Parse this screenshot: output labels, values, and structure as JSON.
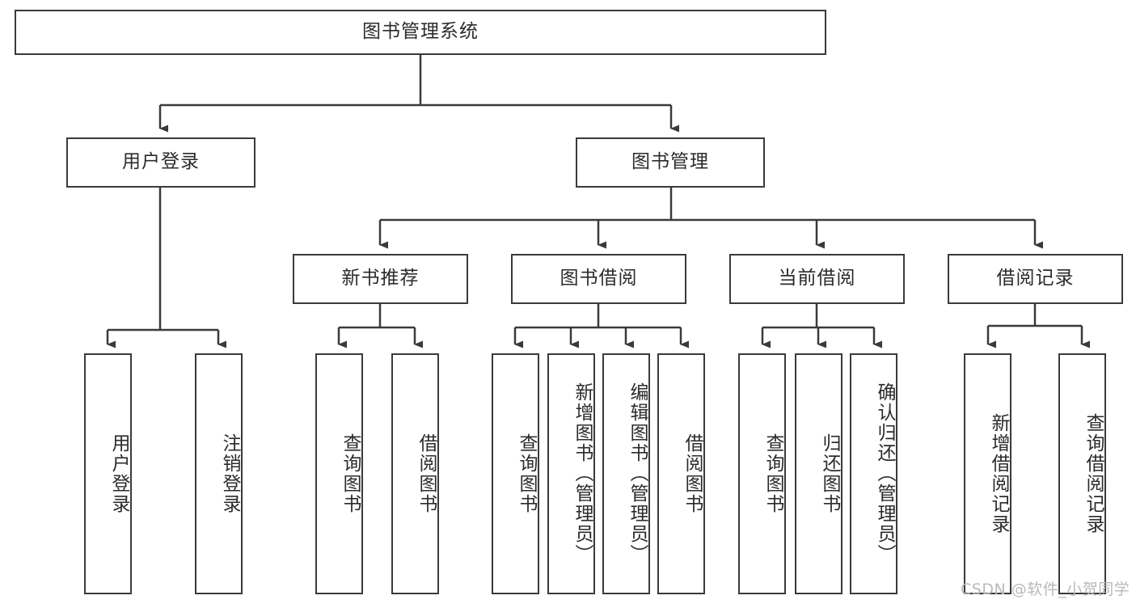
{
  "diagram": {
    "title": "图书管理系统",
    "type": "tree-hierarchy",
    "root": {
      "id": "root",
      "label": "图书管理系统"
    },
    "level2": [
      {
        "id": "user-login",
        "label": "用户登录"
      },
      {
        "id": "book-management",
        "label": "图书管理"
      }
    ],
    "level3": [
      {
        "id": "new-book-recommend",
        "label": "新书推荐",
        "parent": "book-management"
      },
      {
        "id": "book-borrow",
        "label": "图书借阅",
        "parent": "book-management"
      },
      {
        "id": "current-borrow",
        "label": "当前借阅",
        "parent": "book-management"
      },
      {
        "id": "borrow-record",
        "label": "借阅记录",
        "parent": "book-management"
      }
    ],
    "leaves": {
      "user_login": [
        {
          "id": "leaf-user-login",
          "label": "用户登录"
        },
        {
          "id": "leaf-user-logout",
          "label": "注销登录"
        }
      ],
      "new_book_recommend": [
        {
          "id": "leaf-query-book-1",
          "label": "查询图书"
        },
        {
          "id": "leaf-borrow-book-1",
          "label": "借阅图书"
        }
      ],
      "book_borrow": [
        {
          "id": "leaf-query-book-2",
          "label": "查询图书"
        },
        {
          "id": "leaf-add-book",
          "label": "新增图书（管理员）"
        },
        {
          "id": "leaf-edit-book",
          "label": "编辑图书（管理员）"
        },
        {
          "id": "leaf-borrow-book-2",
          "label": "借阅图书"
        }
      ],
      "current_borrow": [
        {
          "id": "leaf-query-book-3",
          "label": "查询图书"
        },
        {
          "id": "leaf-return-book",
          "label": "归还图书"
        },
        {
          "id": "leaf-confirm-return",
          "label": "确认归还（管理员）"
        }
      ],
      "borrow_record": [
        {
          "id": "leaf-add-record",
          "label": "新增借阅记录"
        },
        {
          "id": "leaf-query-record",
          "label": "查询借阅记录"
        }
      ]
    },
    "watermark": "CSDN @软件_小贺同学",
    "colors": {
      "border": "#3a3a3a",
      "text": "#2b2b2b",
      "background": "#ffffff",
      "watermark": "#b9b9b9"
    }
  }
}
